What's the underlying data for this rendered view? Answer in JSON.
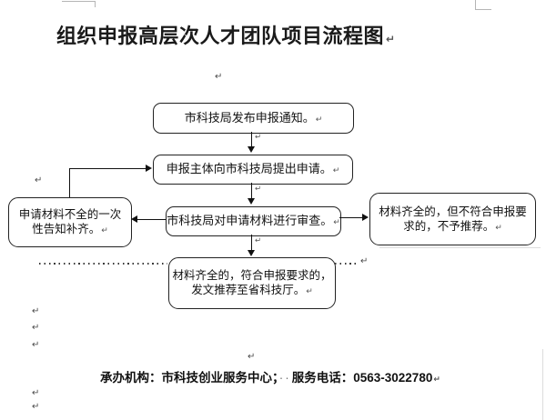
{
  "title": "组织申报高层次人才团队项目流程图",
  "nodes": {
    "notice": "市科技局发布申报通知。",
    "apply": "申报主体向市科技局提出申请。",
    "review": "市科技局对申请材料进行审查。",
    "incomplete_l1": "申请材料不全的一次",
    "incomplete_l2": "性告知补齐。",
    "reject_l1": "材料齐全的，但不符合申报要",
    "reject_l2": "求的，不予推荐。",
    "recommend_l1": "材料齐全的，符合申报要求的，",
    "recommend_l2": "发文推荐至省科技厅。"
  },
  "footer": {
    "agency": "承办机构：市科技创业服务中心；",
    "space_marks": "··",
    "phone": "服务电话：0563-3022780"
  },
  "marks": {
    "return": "↵"
  },
  "colors": {
    "ink": "#111111",
    "box_border": "#222222",
    "mark_gray": "#555555",
    "crop_gray": "#b5b5b5"
  }
}
